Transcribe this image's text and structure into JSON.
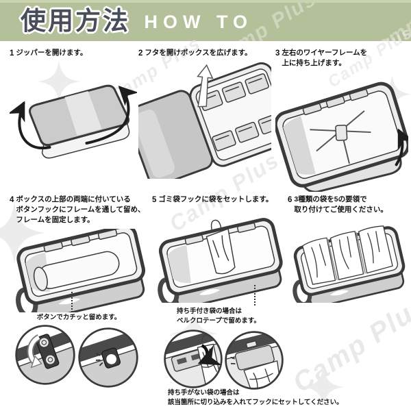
{
  "header": {
    "title": "使用方法",
    "subtitle": "HOW TO"
  },
  "watermark": {
    "text": "Camp Plus"
  },
  "steps": [
    {
      "num": "1",
      "text": "ジッパーを開けます。"
    },
    {
      "num": "2",
      "text": "フタを開けボックスを広げます。"
    },
    {
      "num": "3",
      "text": "左右のワイヤーフレームを\n上に持ち上げます。"
    },
    {
      "num": "4",
      "text": "ボックスの上部の両端に付いている\nボタンフックにフレームを通して留め、\nフレームを固定します。"
    },
    {
      "num": "5",
      "text": "ゴミ袋フックに袋をセットします。"
    },
    {
      "num": "6",
      "text": "3種類の袋を5の要領で\n取り付けてご使用ください。"
    }
  ],
  "notes": {
    "button_caption": "ボタンでカチッと留めます。",
    "handle_bag_caption": "持ち手付き袋の場合は\nベルクロテープで留めます。",
    "no_handle_note": "持ち手がない袋の場合は\n該当箇所に切り込みを入れてフックにセットしてください。"
  },
  "colors": {
    "banner_green": "#b4c09a",
    "title_navy": "#474e5a",
    "text_black": "#111111",
    "line_art": "#3a3a3a",
    "fill_light": "#efefef",
    "fill_mid": "#cccccc",
    "frame_dark": "#4a4a4a"
  },
  "icons": {
    "step1_illustration": "closed-box-unzip-arrows",
    "step2_illustration": "open-lid-box",
    "step3_illustration": "wire-frame-lift-arrow",
    "step4_illustration": "assembled-box-with-handle",
    "step5_illustration": "box-with-bag-on-hook",
    "step6_illustration": "box-with-three-bags",
    "detail_4a": "button-strap-fold-arrow",
    "detail_4b": "button-snapped-click",
    "detail_5a": "velcro-fold-over-bag-handle",
    "detail_5b": "velcro-fastened-on-bag"
  }
}
